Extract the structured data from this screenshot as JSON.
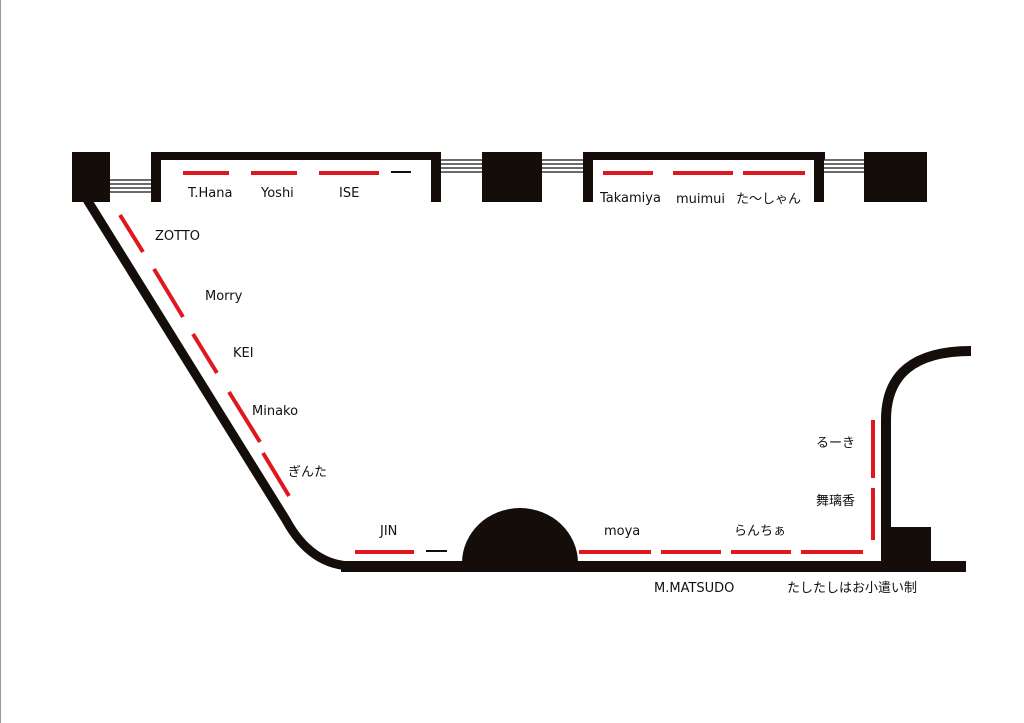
{
  "colors": {
    "wall": "#140d0a",
    "booth": "#e0171f",
    "window": "#3a3a3a",
    "background": "#ffffff"
  },
  "booths": {
    "t_hana": "T.Hana",
    "yoshi": "Yoshi",
    "ise": "ISE",
    "takamiya": "Takamiya",
    "muimui": "muimui",
    "ta_shan": "た〜しゃん",
    "zotto": "ZOTTO",
    "morry": "Morry",
    "kei": "KEI",
    "minako": "Minako",
    "ginta": "ぎんた",
    "jin": "JIN",
    "moya": "moya",
    "rancha": "らんちぁ",
    "ruki": "るーき",
    "maruka": "舞璃香",
    "m_matsudo": "M.MATSUDO",
    "tashitashi": "たしたしはお小遣い制"
  }
}
